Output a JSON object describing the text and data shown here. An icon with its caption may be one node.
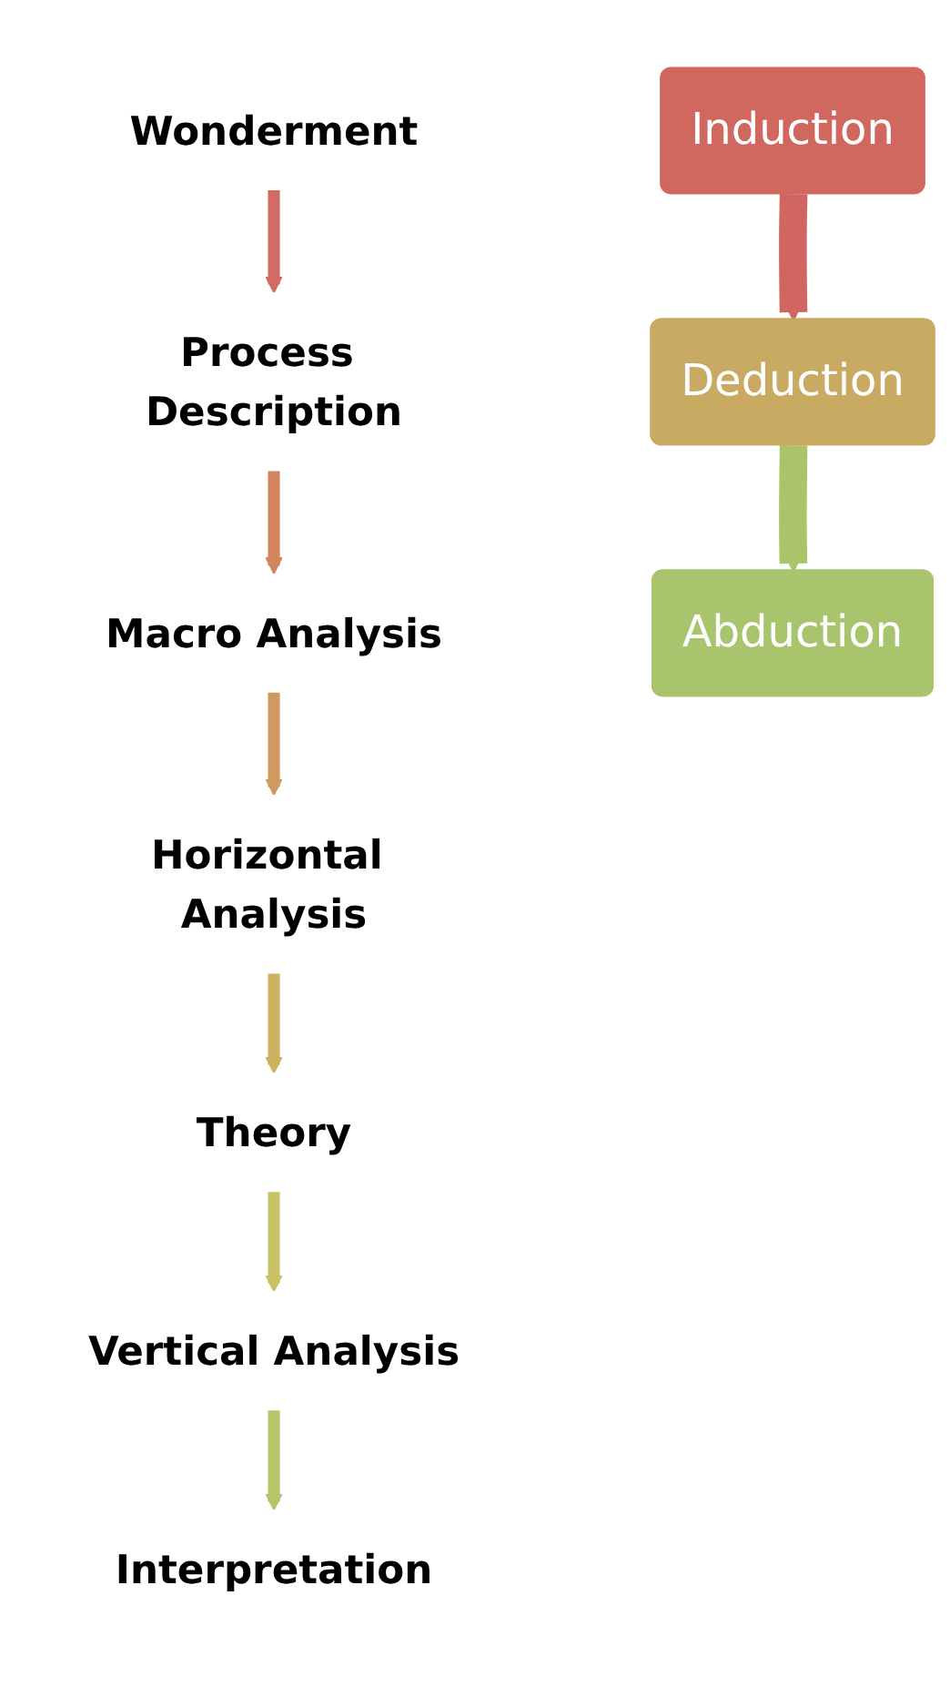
{
  "diagram": {
    "nodes": [
      {
        "text": [
          "Wonderment"
        ]
      },
      {
        "text": [
          "Process Description"
        ]
      },
      {
        "text": [
          "Macro Analysis"
        ]
      },
      {
        "text": [
          "Horizontal Analysis"
        ]
      },
      {
        "text": [
          "Theory"
        ]
      },
      {
        "text": [
          "Vertical Analysis"
        ]
      },
      {
        "text": [
          "Interpretation"
        ]
      },
      {
        "text": [
          "Induction"
        ]
      },
      {
        "text": [
          "Deduction"
        ]
      },
      {
        "text": [
          "Abduction"
        ]
      }
    ],
    "edges": [
      {
        "from": 0,
        "to": 1,
        "arrow": "to",
        "color": "#d26b63"
      },
      {
        "from": 1,
        "to": 2,
        "arrow": "to",
        "color": "#d3855f"
      },
      {
        "from": 2,
        "to": 3,
        "arrow": "to",
        "color": "#d09a5f"
      },
      {
        "from": 3,
        "to": 4,
        "arrow": "to",
        "color": "#cdb160"
      },
      {
        "from": 4,
        "to": 5,
        "arrow": "to",
        "color": "#c8c466"
      },
      {
        "from": 5,
        "to": 6,
        "arrow": "to",
        "color": "#b5c56a"
      },
      {
        "from": 7,
        "to": 8,
        "arrow": "to",
        "style": "thick",
        "color": "#d0665f"
      },
      {
        "from": 8,
        "to": 9,
        "arrow": "to",
        "style": "thick",
        "color": "#a9c46b"
      }
    ]
  }
}
